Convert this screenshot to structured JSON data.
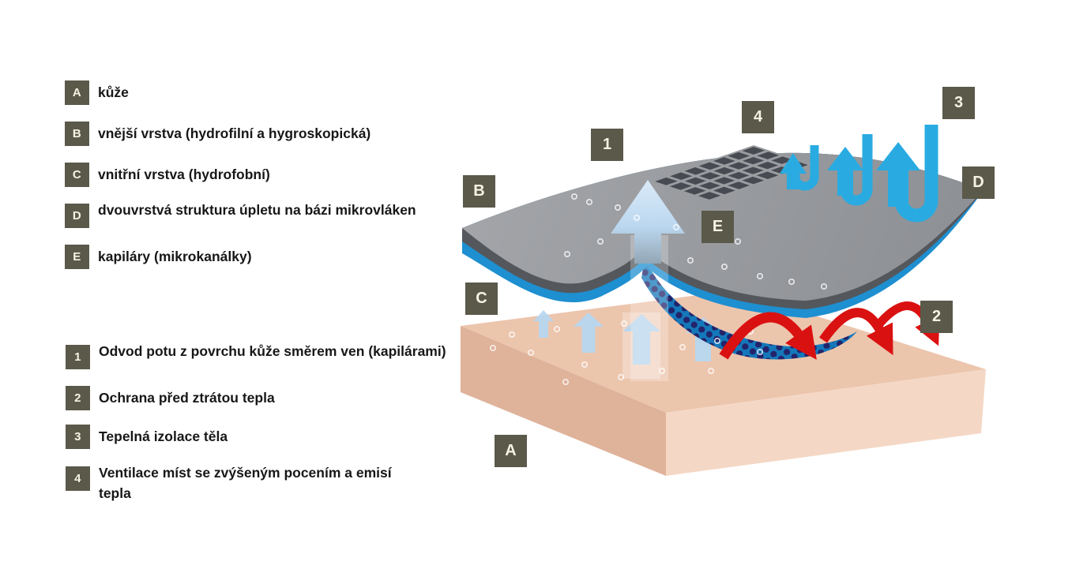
{
  "legend_letters": [
    {
      "key": "A",
      "label": "kůže"
    },
    {
      "key": "B",
      "label": "vnější vrstva (hydrofilní a hygroskopická)"
    },
    {
      "key": "C",
      "label": "vnitřní vrstva (hydrofobní)"
    },
    {
      "key": "D",
      "label": "dvouvrstvá struktura úpletu na bázi mikrovláken"
    },
    {
      "key": "E",
      "label": "kapiláry (mikrokanálky)"
    }
  ],
  "legend_numbers": [
    {
      "key": "1",
      "label": "Odvod potu z povrchu kůže směrem ven (kapilárami)"
    },
    {
      "key": "2",
      "label": "Ochrana před ztrátou tepla"
    },
    {
      "key": "3",
      "label": "Tepelná izolace těla"
    },
    {
      "key": "4",
      "label": "Ventilace míst se zvýšeným pocením a emisí tepla"
    }
  ],
  "diagram": {
    "badges": {
      "n1": "1",
      "n2": "2",
      "n3": "3",
      "n4": "4",
      "A": "A",
      "B": "B",
      "C": "C",
      "D": "D",
      "E": "E"
    },
    "elements": [
      "skin-block",
      "fabric-outer-layer",
      "hydrophobic-inner-layer",
      "microfiber-knit-layers",
      "capillary-mesh",
      "ventilation-grid",
      "sweat-evaporation-arrows",
      "heat-loss-arrows",
      "ventilation-arrows"
    ]
  },
  "colors": {
    "badge-bg": "#5a594a",
    "badge-text": "#f6f3e4",
    "text": "#171717",
    "fabric-gray": "#9a9ca0",
    "fabric-dark": "#54575c",
    "fabric-blue": "#1e8fd0",
    "mesh-blue": "#1478ba",
    "mesh-dot": "#23246b",
    "skin-top": "#ecc5ad",
    "skin-front": "#dfb29a",
    "skin-right": "#f4d8c5",
    "arrow-light": "#b7d8f1",
    "arrow-cyan": "#29abe2",
    "arrow-red": "#da1111",
    "grid-dark": "#474a51"
  }
}
